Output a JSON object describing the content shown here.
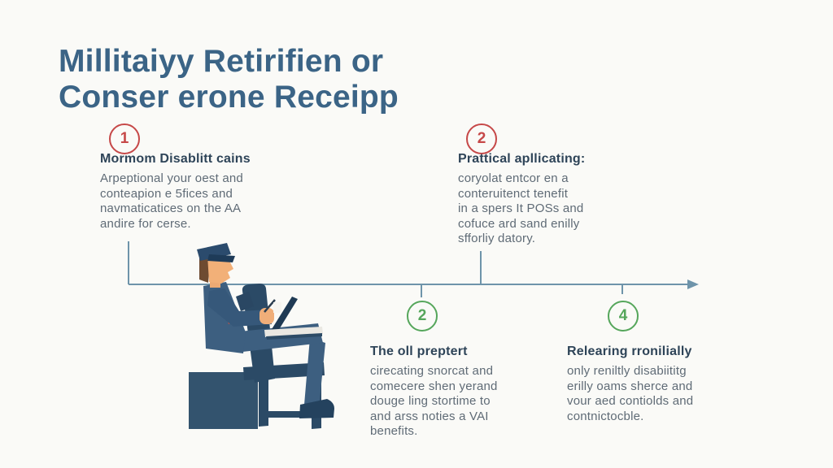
{
  "title": "Millitaiyy Retirifien or\nConser erone Receipp",
  "colors": {
    "background": "#fafaf7",
    "title": "#3b6486",
    "heading": "#2e4458",
    "body": "#5f6b76",
    "red": "#c64848",
    "green": "#55a65b",
    "timeline": "#6e94aa"
  },
  "steps": [
    {
      "number": "1",
      "accent": "red",
      "heading": "Mormom Disablitt cains",
      "body": "Arpeptional your oest and\nconteapion e 5fices and\nnavmaticatices on the AA\nandire for cerse."
    },
    {
      "number": "2",
      "accent": "red",
      "heading": "Prattical apllicating:",
      "body": "coryolat entcor en   a\nconteruitenct tenefit\nin a spers It POSs and\ncofuce ard sand enilly\nsfforliy datory."
    },
    {
      "number": "2",
      "accent": "green",
      "heading": "The oll preptert",
      "body": "cirecating snorcat and\ncomecere shen yerand\ndouge ling stortime to\nand arss noties a VAI\nbenefits."
    },
    {
      "number": "4",
      "accent": "green",
      "heading": "Relearing rronilially",
      "body": "only reniltly disabiititg\nerilly oams sherce and\nvour aed contiolds and\ncontnictocble."
    }
  ],
  "illustration": "seated-military-officer-with-laptop"
}
